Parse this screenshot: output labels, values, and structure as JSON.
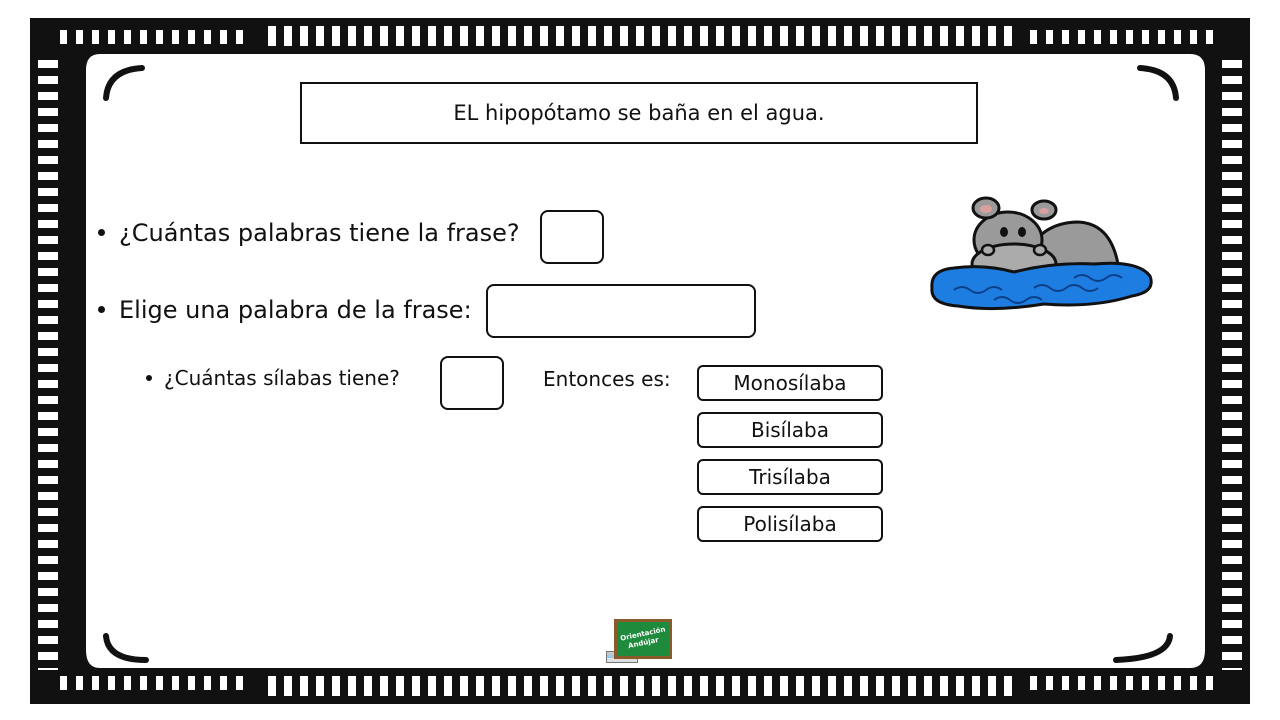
{
  "sentence": "EL hipopótamo se baña en el agua.",
  "questions": {
    "word_count": "¿Cuántas palabras tiene la frase?",
    "choose_word": "Elige una palabra de la frase:",
    "syllable_count": "¿Cuántas sílabas tiene?"
  },
  "then_label": "Entonces es:",
  "options": [
    "Monosílaba",
    "Bisílaba",
    "Trisílaba",
    "Polisílaba"
  ],
  "logo": {
    "line1": "Orientación",
    "line2": "Andújar"
  },
  "colors": {
    "ink": "#111111",
    "water": "#1e7de0",
    "hippo": "#9a9a9a",
    "board": "#1e8a3c"
  }
}
